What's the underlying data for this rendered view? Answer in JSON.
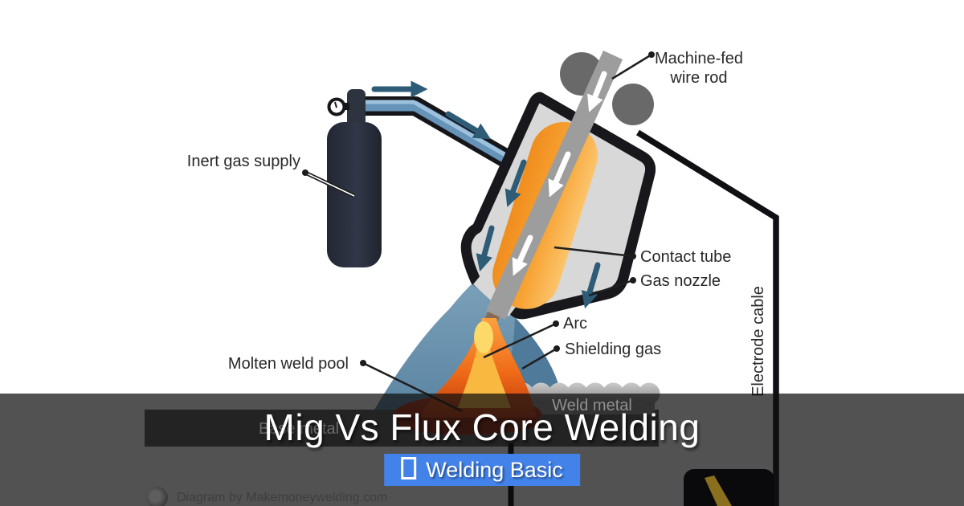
{
  "title": {
    "text": "Mig Vs Flux Core Welding"
  },
  "badge": {
    "icon": "☐",
    "label": "Welding Basic",
    "background": "#4382e8"
  },
  "watermark": {
    "text": "Diagram by Makemoneywelding.com"
  },
  "diagram": {
    "labels": {
      "inert_gas_supply": "Inert gas supply",
      "machine_fed_wire_rod_line1": "Machine-fed",
      "machine_fed_wire_rod_line2": "wire rod",
      "contact_tube": "Contact tube",
      "gas_nozzle": "Gas nozzle",
      "arc": "Arc",
      "shielding_gas": "Shielding gas",
      "molten_weld_pool": "Molten weld pool",
      "weld_metal": "Weld metal",
      "base_metal": "Base metal",
      "electrode_cable": "Electrode cable"
    },
    "colors": {
      "badge_blue": "#4382e8",
      "overlay_dark": "#0f0f0f",
      "torch_fill": "#d8d8d8",
      "torch_outline": "#17171c",
      "contact_tube_orange": "#f49425",
      "flame_orange": "#ef6a17",
      "weld_pool_red": "#a12c12",
      "shielding_gas_blue": "#6e95b2",
      "hose_blue": "#6693b8",
      "arrow_dark_blue": "#2e5c77",
      "cylinder_dark": "#272c39",
      "wire_gray": "#9d9d9d",
      "roller_gray": "#696969",
      "bead_gray": "#aaaaaa",
      "plate_gray": "#585858",
      "label_color": "#282828"
    }
  }
}
